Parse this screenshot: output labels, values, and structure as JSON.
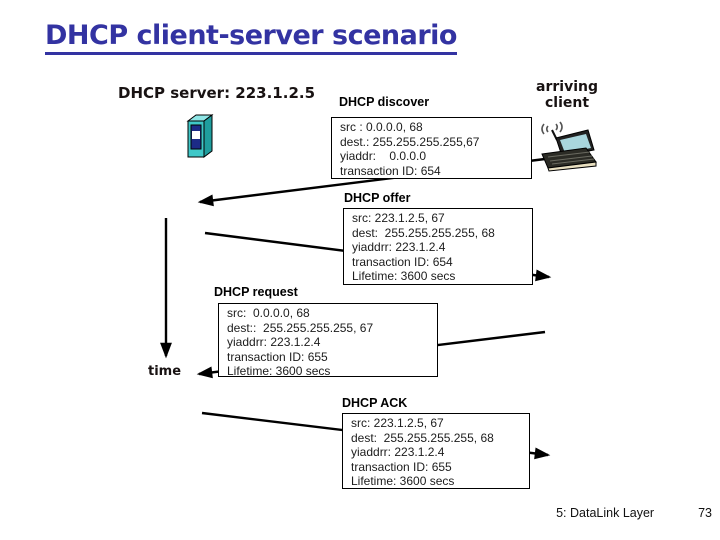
{
  "slide": {
    "title": "DHCP client-server scenario",
    "server_label": "DHCP server: 223.1.2.5",
    "client_label": "arriving\nclient",
    "time_label": "time",
    "footer": {
      "section": "5: DataLink Layer",
      "page": "73"
    }
  },
  "messages": [
    {
      "label": "DHCP discover",
      "lines": [
        "src : 0.0.0.0, 68",
        "dest.: 255.255.255.255,67",
        "yiaddr:    0.0.0.0",
        "transaction ID: 654"
      ]
    },
    {
      "label": "DHCP offer",
      "lines": [
        "src: 223.1.2.5, 67",
        "dest:  255.255.255.255, 68",
        "yiaddrr: 223.1.2.4",
        "transaction ID: 654",
        "Lifetime: 3600 secs"
      ]
    },
    {
      "label": "DHCP request",
      "lines": [
        "src:  0.0.0.0, 68",
        "dest::  255.255.255.255, 67",
        "yiaddrr: 223.1.2.4",
        "transaction ID: 655",
        "Lifetime: 3600 secs"
      ]
    },
    {
      "label": "DHCP ACK",
      "lines": [
        "src: 223.1.2.5, 67",
        "dest:  255.255.255.255, 68",
        "yiaddrr: 223.1.2.4",
        "transaction ID: 655",
        "Lifetime: 3600 secs"
      ]
    }
  ],
  "icons": {
    "server": "server-tower-icon",
    "client": "wireless-laptop-icon"
  },
  "colors": {
    "title_blue": "#3333a2",
    "text_black": "#111111",
    "server_teal": "#3fc8c8",
    "server_teal_dark": "#1f9e9e",
    "server_panel_navy": "#1c2b86",
    "laptop_screen": "#a9d6dd",
    "arrow_black": "#000000"
  }
}
